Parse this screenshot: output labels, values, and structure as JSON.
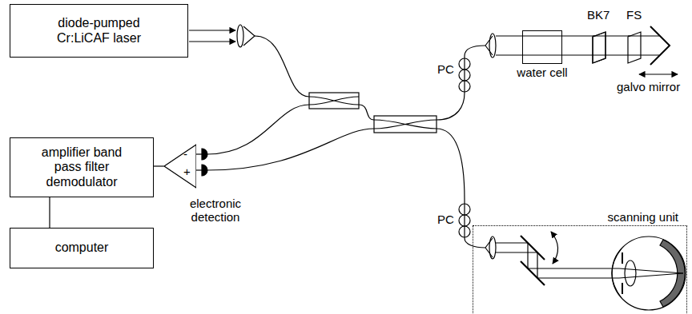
{
  "diagram": {
    "nodes": [
      {
        "text": [
          "diode-pumped Cr:LiCAF laser"
        ]
      },
      {
        "text": [
          "amplifier band pass filter demodulator"
        ]
      },
      {
        "text": [
          "computer"
        ]
      },
      {
        "text": [
          "-",
          "+"
        ]
      },
      {
        "text": [
          "water cell"
        ]
      },
      {
        "text": [
          "scanning unit"
        ]
      }
    ],
    "edges": [
      {
        "from": 3,
        "to": 1,
        "arrow": "none"
      },
      {
        "from": 1,
        "to": 2,
        "arrow": "none"
      }
    ],
    "labels": [
      "PC",
      "PC",
      "BK7",
      "FS",
      "galvo mirror",
      "electronic detection"
    ]
  }
}
